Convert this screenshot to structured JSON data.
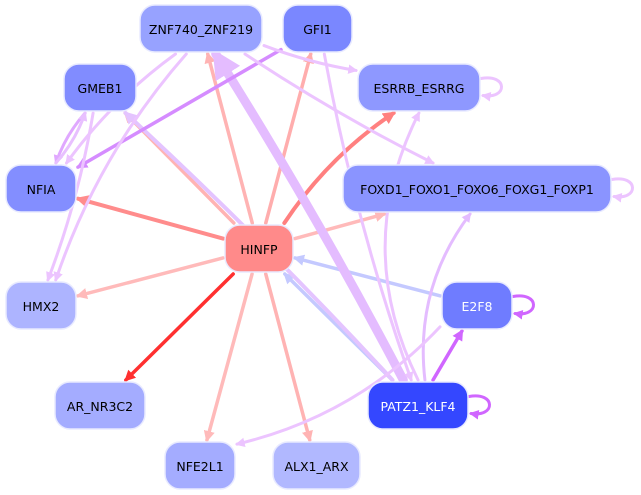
{
  "graph": {
    "type": "directed-network",
    "nodes": [
      {
        "id": "ZNF740_ZNF219",
        "label": "ZNF740_ZNF219",
        "color": "#97a2ff",
        "text_color": "#000000"
      },
      {
        "id": "GFI1",
        "label": "GFI1",
        "color": "#7a87ff",
        "text_color": "#000000"
      },
      {
        "id": "GMEB1",
        "label": "GMEB1",
        "color": "#818cff",
        "text_color": "#000000"
      },
      {
        "id": "ESRRB_ESRRG",
        "label": "ESRRB_ESRRG",
        "color": "#8e98ff",
        "text_color": "#000000"
      },
      {
        "id": "NFIA",
        "label": "NFIA",
        "color": "#838eff",
        "text_color": "#000000"
      },
      {
        "id": "FOXD1_FOXO1_FOXO6_FOXG1_FOXP1",
        "label": "FOXD1_FOXO1_FOXO6_FOXG1_FOXP1",
        "color": "#8a94ff",
        "text_color": "#000000"
      },
      {
        "id": "HINFP",
        "label": "HINFP",
        "color": "#ff8a8a",
        "text_color": "#000000"
      },
      {
        "id": "HMX2",
        "label": "HMX2",
        "color": "#adb4ff",
        "text_color": "#000000"
      },
      {
        "id": "E2F8",
        "label": "E2F8",
        "color": "#6f7cff",
        "text_color": "#ffffff"
      },
      {
        "id": "AR_NR3C2",
        "label": "AR_NR3C2",
        "color": "#a4acff",
        "text_color": "#000000"
      },
      {
        "id": "PATZ1_KLF4",
        "label": "PATZ1_KLF4",
        "color": "#3447ff",
        "text_color": "#ffffff"
      },
      {
        "id": "NFE2L1",
        "label": "NFE2L1",
        "color": "#a4acff",
        "text_color": "#000000"
      },
      {
        "id": "ALX1_ARX",
        "label": "ALX1_ARX",
        "color": "#b1b8ff",
        "text_color": "#000000"
      }
    ],
    "edges": [
      {
        "from": "HINFP",
        "to": "ZNF740_ZNF219",
        "color": "#ffb3b3"
      },
      {
        "from": "HINFP",
        "to": "GFI1",
        "color": "#ffadad"
      },
      {
        "from": "HINFP",
        "to": "GMEB1",
        "color": "#ffb3b3"
      },
      {
        "from": "HINFP",
        "to": "ESRRB_ESRRG",
        "color": "#ff8080"
      },
      {
        "from": "HINFP",
        "to": "NFIA",
        "color": "#ff8c8c"
      },
      {
        "from": "HINFP",
        "to": "FOXD1_FOXO1_FOXO6_FOXG1_FOXP1",
        "color": "#ffbaba"
      },
      {
        "from": "HINFP",
        "to": "HMX2",
        "color": "#ffbaba"
      },
      {
        "from": "HINFP",
        "to": "AR_NR3C2",
        "color": "#ff3030"
      },
      {
        "from": "HINFP",
        "to": "NFE2L1",
        "color": "#ffbaba"
      },
      {
        "from": "HINFP",
        "to": "ALX1_ARX",
        "color": "#ffb3b3"
      },
      {
        "from": "E2F8",
        "to": "HINFP",
        "color": "#c4c9ff"
      },
      {
        "from": "PATZ1_KLF4",
        "to": "HINFP",
        "color": "#c4c9ff"
      },
      {
        "from": "PATZ1_KLF4",
        "to": "E2F8",
        "color": "#d066ff"
      },
      {
        "from": "PATZ1_KLF4",
        "to": "PATZ1_KLF4",
        "color": "#d066ff"
      },
      {
        "from": "E2F8",
        "to": "E2F8",
        "color": "#d066ff"
      },
      {
        "from": "ESRRB_ESRRG",
        "to": "ESRRB_ESRRG",
        "color": "#ecc4ff"
      },
      {
        "from": "FOXD1_FOXO1_FOXO6_FOXG1_FOXP1",
        "to": "FOXD1_FOXO1_FOXO6_FOXG1_FOXP1",
        "color": "#ecc4ff"
      },
      {
        "from": "PATZ1_KLF4",
        "to": "ZNF740_ZNF219",
        "color": "#e4bcff"
      },
      {
        "from": "PATZ1_KLF4",
        "to": "ESRRB_ESRRG",
        "color": "#ecc4ff"
      },
      {
        "from": "PATZ1_KLF4",
        "to": "FOXD1_FOXO1_FOXO6_FOXG1_FOXP1",
        "color": "#e4bcff"
      },
      {
        "from": "PATZ1_KLF4",
        "to": "GMEB1",
        "color": "#e4c4ff"
      },
      {
        "from": "E2F8",
        "to": "NFE2L1",
        "color": "#ecc4ff"
      },
      {
        "from": "GFI1",
        "to": "NFIA",
        "color": "#d58cff"
      },
      {
        "from": "GMEB1",
        "to": "NFIA",
        "color": "#e0a8ff"
      },
      {
        "from": "NFIA",
        "to": "GMEB1",
        "color": "#e8c0ff"
      },
      {
        "from": "GMEB1",
        "to": "HMX2",
        "color": "#ecc4ff"
      },
      {
        "from": "ZNF740_ZNF219",
        "to": "NFIA",
        "color": "#ecc4ff"
      },
      {
        "from": "ZNF740_ZNF219",
        "to": "HMX2",
        "color": "#ecc4ff"
      },
      {
        "from": "ZNF740_ZNF219",
        "to": "ESRRB_ESRRG",
        "color": "#ecc4ff"
      },
      {
        "from": "ZNF740_ZNF219",
        "to": "FOXD1_FOXO1_FOXO6_FOXG1_FOXP1",
        "color": "#ecc4ff"
      },
      {
        "from": "GFI1",
        "to": "PATZ1_KLF4",
        "color": "#ecc4ff"
      }
    ]
  }
}
